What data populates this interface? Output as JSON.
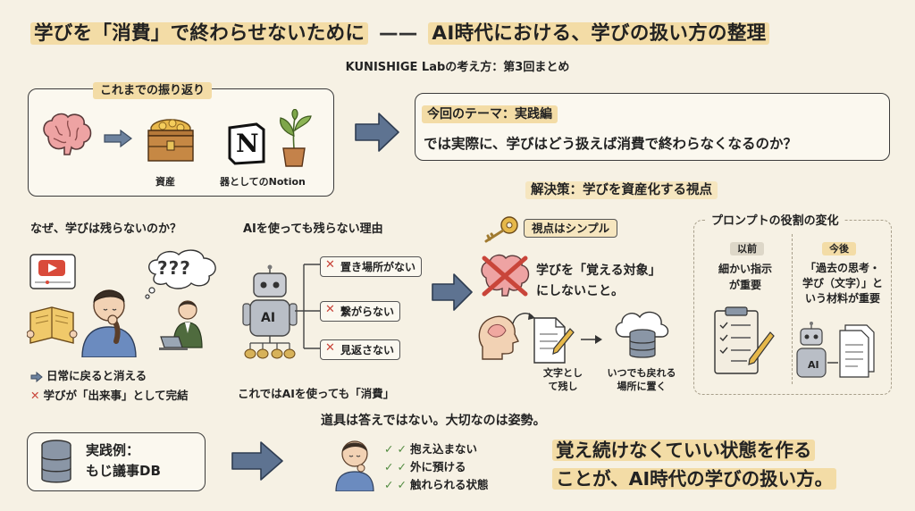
{
  "header": {
    "title_left": "学びを「消費」で終わらせないために",
    "dash": "——",
    "title_right": "AI時代における、学びの扱い方の整理",
    "subtitle": "KUNISHIGE Labの考え方：第3回まとめ"
  },
  "review": {
    "heading": "これまでの振り返り",
    "asset_label": "資産",
    "notion_label": "器としてのNotion",
    "notion_logo_letter": "N",
    "icons": [
      "brain-icon",
      "treasure-chest-icon",
      "notion-logo-icon",
      "plant-icon"
    ]
  },
  "theme": {
    "heading": "今回のテーマ：実践編",
    "question": "では実際に、学びはどう扱えば消費で終わらなくなるのか？"
  },
  "why": {
    "heading": "なぜ、学びは残らないのか？",
    "thought": "???",
    "point1": "日常に戻ると消える",
    "point2": "学びが「出来事」として完結"
  },
  "ai_reason": {
    "heading": "AIを使っても残らない理由",
    "robot_label": "AI",
    "reasons": [
      "置き場所がない",
      "繋がらない",
      "見返さない"
    ],
    "conclusion": "これではAIを使っても「消費」"
  },
  "solution": {
    "heading": "解決策：学びを資産化する視点",
    "key_label": "視点はシンプル",
    "main_line1": "学びを「覚える対象」",
    "main_line2": "にしないこと。",
    "step1_line1": "文字とし",
    "step1_line2": "て残し",
    "step2_line1": "いつでも戻れる",
    "step2_line2": "場所に置く"
  },
  "prompt_change": {
    "heading": "プロンプトの役割の変化",
    "before_tag": "以前",
    "before_line1": "細かい指示",
    "before_line2": "が重要",
    "after_tag": "今後",
    "after_line1": "「過去の思考・",
    "after_line2": "学び（文字）」と",
    "after_line3": "いう材料が重要",
    "robot_label": "AI"
  },
  "practice": {
    "label_line1": "実践例：",
    "label_line2": "もじ議事DB"
  },
  "attitude": {
    "heading": "道具は答えではない。大切なのは姿勢。",
    "checks": [
      "抱え込まない",
      "外に預ける",
      "触れられる状態"
    ]
  },
  "closing": {
    "line1": "覚え続けなくていい状態を作る",
    "line2": "ことが、AI時代の学びの扱い方。"
  },
  "colors": {
    "background": "#f6f1e4",
    "highlight": "#f3dca6",
    "arrow": "#5b6f8a",
    "cross": "#c9453a",
    "check": "#4f8a3e",
    "brain": "#e99a9a"
  }
}
